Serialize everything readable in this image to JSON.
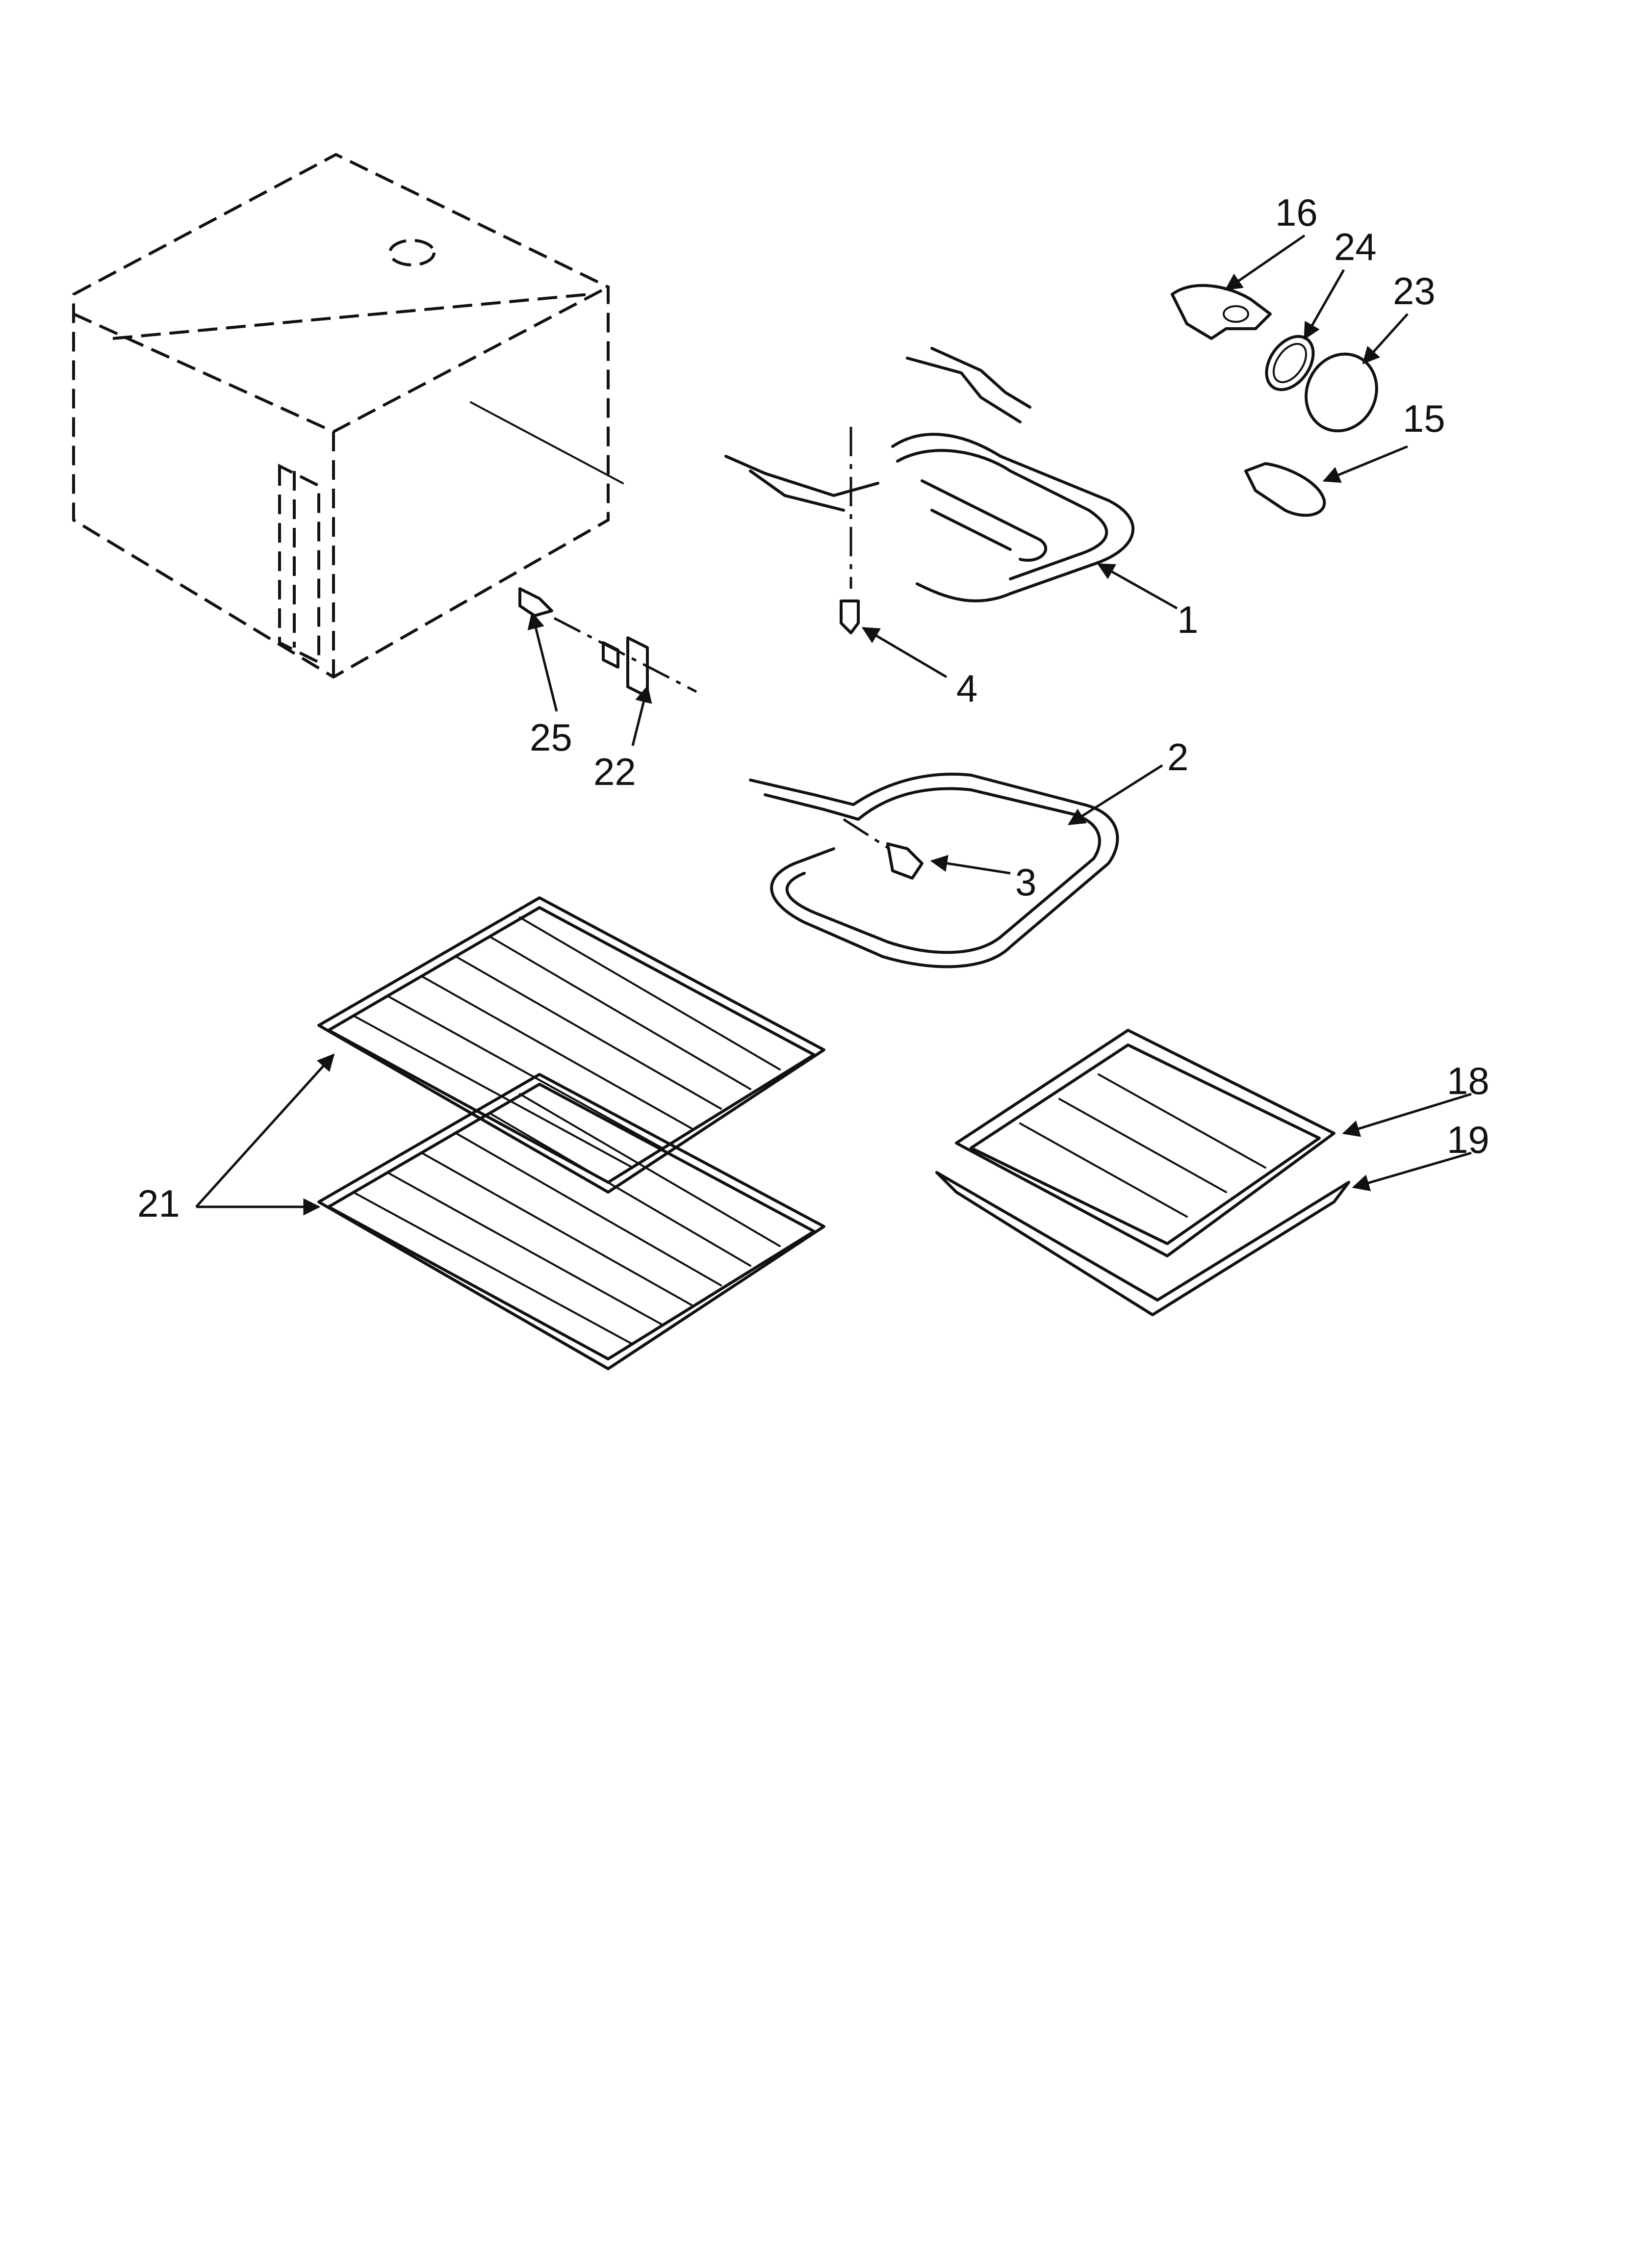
{
  "diagram": {
    "type": "exploded parts diagram",
    "callouts": [
      {
        "id": "c1",
        "text": "1"
      },
      {
        "id": "c2",
        "text": "2"
      },
      {
        "id": "c3",
        "text": "3"
      },
      {
        "id": "c4",
        "text": "4"
      },
      {
        "id": "c15",
        "text": "15"
      },
      {
        "id": "c16",
        "text": "16"
      },
      {
        "id": "c18",
        "text": "18"
      },
      {
        "id": "c19",
        "text": "19"
      },
      {
        "id": "c21",
        "text": "21"
      },
      {
        "id": "c22",
        "text": "22"
      },
      {
        "id": "c23",
        "text": "23"
      },
      {
        "id": "c24",
        "text": "24"
      },
      {
        "id": "c25",
        "text": "25"
      }
    ],
    "colors": {
      "ink": "#111111",
      "background": "#ffffff"
    }
  }
}
